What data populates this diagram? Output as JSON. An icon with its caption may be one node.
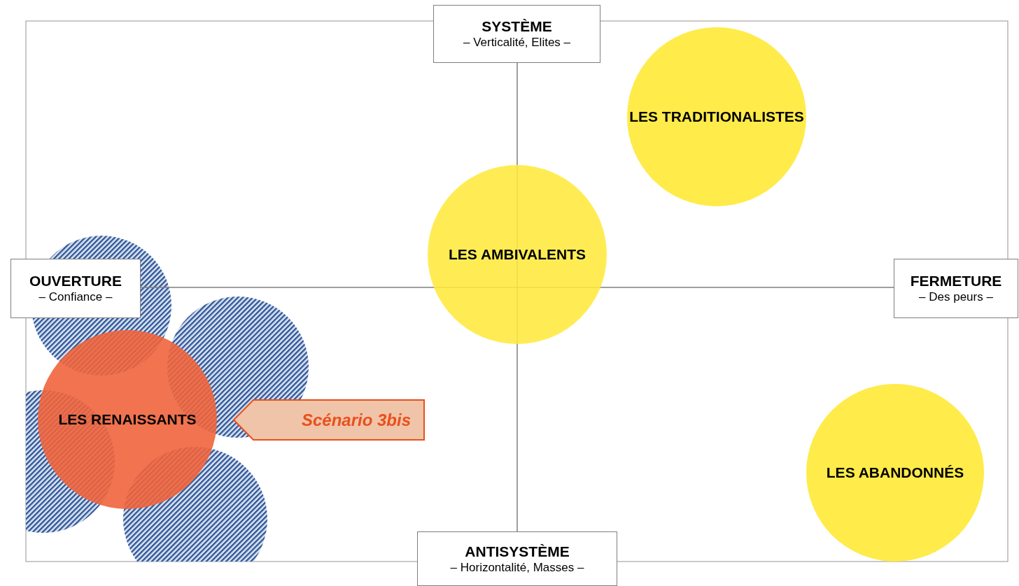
{
  "diagram": {
    "nodes": [
      {
        "text": [
          "SYSTÈME",
          "– Verticalité, Elites –"
        ]
      },
      {
        "text": [
          "LES TRADITIONALISTES"
        ]
      },
      {
        "text": [
          "LES AMBIVALENTS"
        ]
      },
      {
        "text": [
          "OUVERTURE",
          "– Confiance –"
        ]
      },
      {
        "text": [
          "FERMETURE",
          "– Des peurs –"
        ]
      },
      {
        "text": [
          "LES RENAISSANTS"
        ]
      },
      {
        "text": [
          "Scénario 3bis"
        ]
      },
      {
        "text": [
          "LES ABANDONNÉS"
        ]
      },
      {
        "text": [
          "ANTISYSTÈME",
          "– Horizontalité, Masses –"
        ]
      },
      {
        "text": [],
        "shape": "circle"
      },
      {
        "text": [],
        "shape": "circle"
      },
      {
        "text": [],
        "shape": "circle"
      },
      {
        "text": [],
        "shape": "circle"
      }
    ]
  }
}
